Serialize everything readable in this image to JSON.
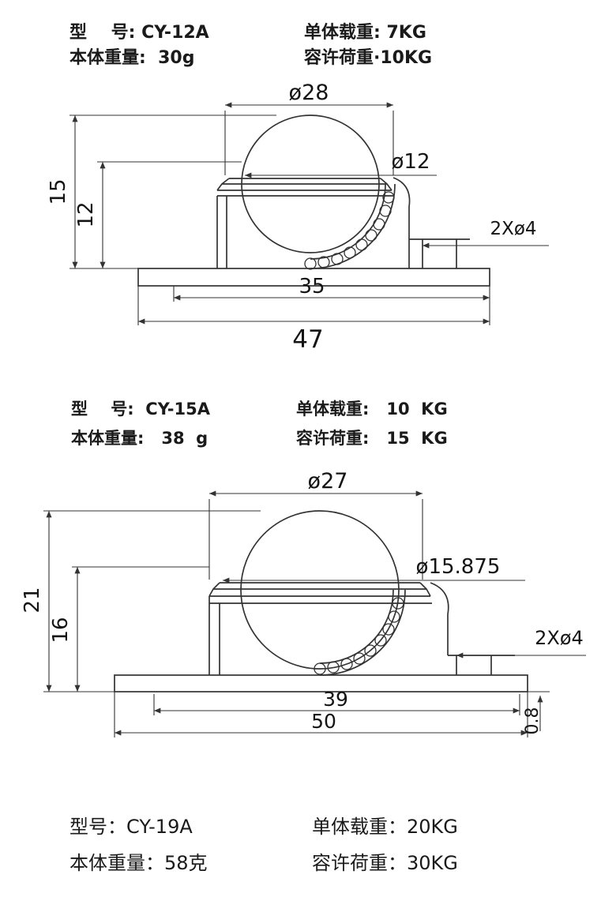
{
  "page": {
    "background": "#ffffff",
    "line_color": "#333333",
    "text_color": "#1a1a1a"
  },
  "spec_blocks": [
    {
      "model": "型    号: CY-12A",
      "weight": "本体重量:  30g",
      "unit_load": "单体载重: 7KG",
      "allowable_load": "容许荷重·10KG"
    },
    {
      "model": "型    号:  CY-15A",
      "weight": "本体重量:   38  g",
      "unit_load": "单体载重:   10  KG",
      "allowable_load": "容许荷重:   15  KG"
    },
    {
      "model": "型号：CY-19A",
      "weight": "本体重量：58克",
      "unit_load": "单体载重：20KG",
      "allowable_load": "容许荷重：30KG"
    }
  ],
  "drawings": [
    {
      "name": "CY-12A ball transfer unit cross-section",
      "dim_cap_diameter": "ø28",
      "dim_ball_diameter": "ø12",
      "dim_total_height": "15",
      "dim_body_height": "12",
      "dim_inner_width": "35",
      "dim_flange_width": "47",
      "dim_mount_holes": "2Xø4"
    },
    {
      "name": "CY-15A ball transfer unit cross-section",
      "dim_cap_diameter": "ø27",
      "dim_ball_diameter": "ø15.875",
      "dim_total_height": "21",
      "dim_body_height": "16",
      "dim_inner_width": "39",
      "dim_flange_width": "50",
      "dim_mount_holes": "2Xø4",
      "dim_flange_thickness": "0.8"
    }
  ]
}
